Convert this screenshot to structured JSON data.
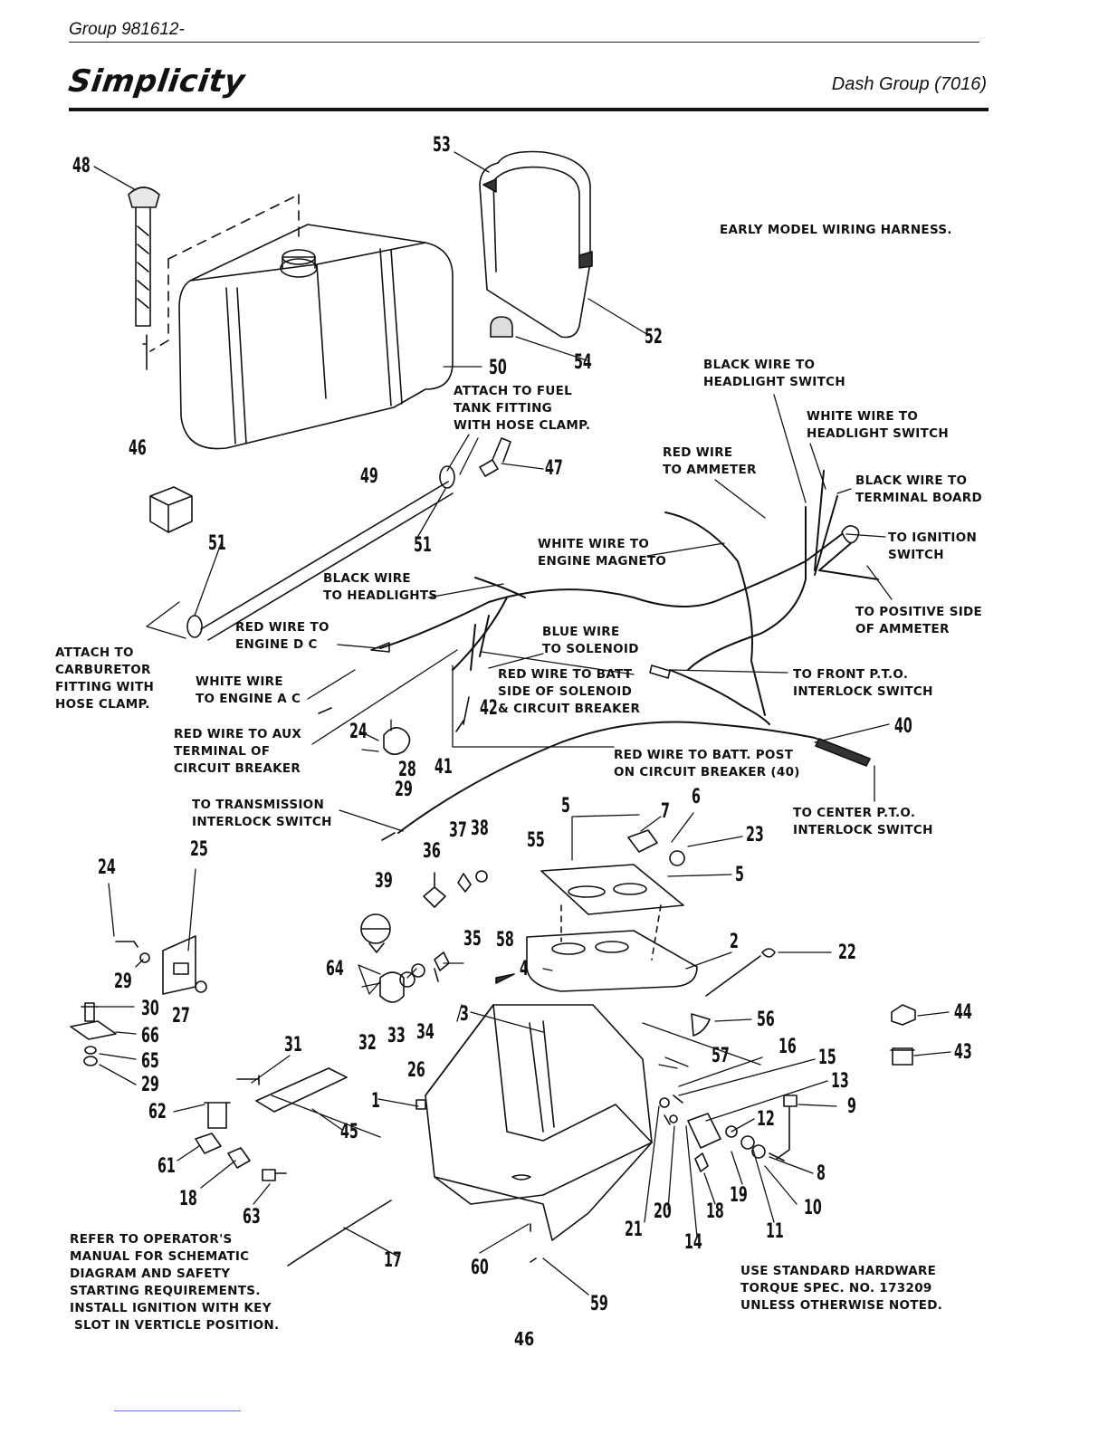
{
  "header": {
    "group": "Group 981612-",
    "brand": "Simplicity",
    "section": "Dash Group (7016)"
  },
  "callouts": [
    {
      "id": "n48",
      "text": "48"
    },
    {
      "id": "n53",
      "text": "53"
    },
    {
      "id": "n52",
      "text": "52"
    },
    {
      "id": "n54",
      "text": "54"
    },
    {
      "id": "n50",
      "text": "50"
    },
    {
      "id": "n46",
      "text": "46"
    },
    {
      "id": "n49",
      "text": "49"
    },
    {
      "id": "n47",
      "text": "47"
    },
    {
      "id": "n51a",
      "text": "51"
    },
    {
      "id": "n51b",
      "text": "51"
    },
    {
      "id": "n24a",
      "text": "24"
    },
    {
      "id": "n42",
      "text": "42"
    },
    {
      "id": "n28",
      "text": "28"
    },
    {
      "id": "n41",
      "text": "41"
    },
    {
      "id": "n29a",
      "text": "29"
    },
    {
      "id": "n40",
      "text": "40"
    },
    {
      "id": "n5a",
      "text": "5"
    },
    {
      "id": "n7",
      "text": "7"
    },
    {
      "id": "n6",
      "text": "6"
    },
    {
      "id": "n23",
      "text": "23"
    },
    {
      "id": "n55",
      "text": "55"
    },
    {
      "id": "n5b",
      "text": "5"
    },
    {
      "id": "n37",
      "text": "37"
    },
    {
      "id": "n38",
      "text": "38"
    },
    {
      "id": "n36",
      "text": "36"
    },
    {
      "id": "n25",
      "text": "25"
    },
    {
      "id": "n24b",
      "text": "24"
    },
    {
      "id": "n39",
      "text": "39"
    },
    {
      "id": "n35",
      "text": "35"
    },
    {
      "id": "n58",
      "text": "58"
    },
    {
      "id": "n2",
      "text": "2"
    },
    {
      "id": "n22",
      "text": "22"
    },
    {
      "id": "n64",
      "text": "64"
    },
    {
      "id": "n4",
      "text": "4"
    },
    {
      "id": "n29b",
      "text": "29"
    },
    {
      "id": "n30",
      "text": "30"
    },
    {
      "id": "n27",
      "text": "27"
    },
    {
      "id": "n66",
      "text": "66"
    },
    {
      "id": "n65",
      "text": "65"
    },
    {
      "id": "n29c",
      "text": "29"
    },
    {
      "id": "n32",
      "text": "32"
    },
    {
      "id": "n33",
      "text": "33"
    },
    {
      "id": "n34",
      "text": "34"
    },
    {
      "id": "n3",
      "text": "3"
    },
    {
      "id": "n56",
      "text": "56"
    },
    {
      "id": "n44",
      "text": "44"
    },
    {
      "id": "n43",
      "text": "43"
    },
    {
      "id": "n31",
      "text": "31"
    },
    {
      "id": "n26",
      "text": "26"
    },
    {
      "id": "n57",
      "text": "57"
    },
    {
      "id": "n16",
      "text": "16"
    },
    {
      "id": "n15",
      "text": "15"
    },
    {
      "id": "n13",
      "text": "13"
    },
    {
      "id": "n9",
      "text": "9"
    },
    {
      "id": "n62",
      "text": "62"
    },
    {
      "id": "n1",
      "text": "1"
    },
    {
      "id": "n45",
      "text": "45"
    },
    {
      "id": "n12",
      "text": "12"
    },
    {
      "id": "n61",
      "text": "61"
    },
    {
      "id": "n8",
      "text": "8"
    },
    {
      "id": "n18a",
      "text": "18"
    },
    {
      "id": "n63",
      "text": "63"
    },
    {
      "id": "n19",
      "text": "19"
    },
    {
      "id": "n10",
      "text": "10"
    },
    {
      "id": "n20",
      "text": "20"
    },
    {
      "id": "n18b",
      "text": "18"
    },
    {
      "id": "n21",
      "text": "21"
    },
    {
      "id": "n11",
      "text": "11"
    },
    {
      "id": "n14",
      "text": "14"
    },
    {
      "id": "n17",
      "text": "17"
    },
    {
      "id": "n60",
      "text": "60"
    },
    {
      "id": "n59",
      "text": "59"
    }
  ],
  "labels": {
    "early_model": "EARLY MODEL WIRING HARNESS.",
    "black_headlight_switch": "BLACK WIRE TO\nHEADLIGHT SWITCH",
    "white_headlight_switch": "WHITE WIRE TO\nHEADLIGHT SWITCH",
    "black_terminal_board": "BLACK WIRE TO\nTERMINAL BOARD",
    "red_ammeter": "RED WIRE\nTO AMMETER",
    "attach_fuel": "ATTACH TO FUEL\nTANK FITTING\nWITH HOSE CLAMP.",
    "to_ignition": "TO IGNITION\nSWITCH",
    "white_magneto": "WHITE WIRE TO\nENGINE MAGNETO",
    "black_headlights": "BLACK WIRE\nTO HEADLIGHTS",
    "positive_ammeter": "TO POSITIVE SIDE\nOF AMMETER",
    "red_engine_dc": "RED WIRE TO\nENGINE D C",
    "blue_solenoid": "BLUE WIRE\nTO SOLENOID",
    "attach_carb": "ATTACH TO\nCARBURETOR\nFITTING WITH\nHOSE CLAMP.",
    "white_engine_ac": "WHITE WIRE\nTO ENGINE A C",
    "red_batt_side": "RED WIRE TO BATT\nSIDE OF SOLENOID\n& CIRCUIT BREAKER",
    "front_pto": "TO FRONT P.T.O.\nINTERLOCK SWITCH",
    "red_aux": "RED WIRE TO AUX\nTERMINAL OF\nCIRCUIT BREAKER",
    "red_batt_post": "RED WIRE TO BATT. POST\nON CIRCUIT BREAKER (40)",
    "transmission": "TO TRANSMISSION\nINTERLOCK SWITCH",
    "center_pto": "TO CENTER P.T.O.\nINTERLOCK SWITCH",
    "refer_operator": "REFER TO OPERATOR'S\nMANUAL FOR SCHEMATIC\nDIAGRAM AND SAFETY\nSTARTING REQUIREMENTS.\nINSTALL IGNITION WITH KEY\n SLOT IN VERTICLE POSITION.",
    "standard_hardware": "USE STANDARD HARDWARE\nTORQUE SPEC. NO. 173209\nUNLESS OTHERWISE NOTED."
  },
  "page_number": "46"
}
